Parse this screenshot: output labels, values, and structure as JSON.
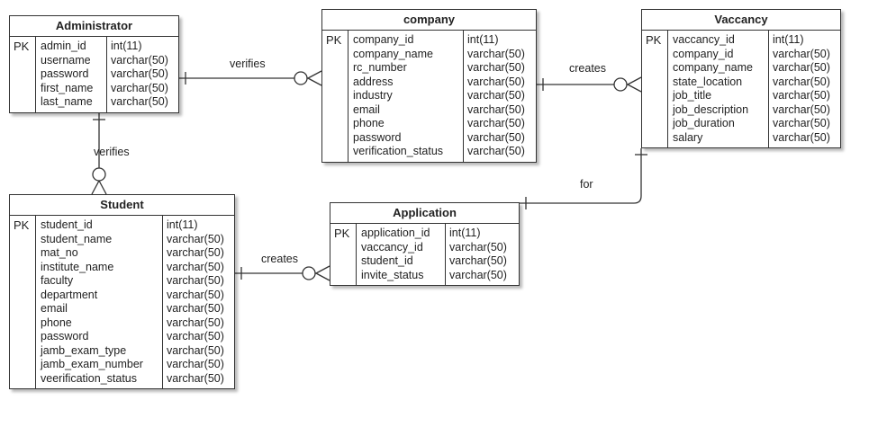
{
  "entities": {
    "administrator": {
      "title": "Administrator",
      "pk": "PK",
      "fields": [
        {
          "name": "admin_id",
          "type": "int(11)"
        },
        {
          "name": "username",
          "type": "varchar(50)"
        },
        {
          "name": "password",
          "type": "varchar(50)"
        },
        {
          "name": "first_name",
          "type": "varchar(50)"
        },
        {
          "name": "last_name",
          "type": "varchar(50)"
        }
      ]
    },
    "company": {
      "title": "company",
      "pk": "PK",
      "fields": [
        {
          "name": "company_id",
          "type": "int(11)"
        },
        {
          "name": "company_name",
          "type": "varchar(50)"
        },
        {
          "name": "rc_number",
          "type": "varchar(50)"
        },
        {
          "name": "address",
          "type": "varchar(50)"
        },
        {
          "name": "industry",
          "type": "varchar(50)"
        },
        {
          "name": "email",
          "type": "varchar(50)"
        },
        {
          "name": "phone",
          "type": "varchar(50)"
        },
        {
          "name": "password",
          "type": "varchar(50)"
        },
        {
          "name": "verification_status",
          "type": "varchar(50)"
        }
      ]
    },
    "vaccancy": {
      "title": "Vaccancy",
      "pk": "PK",
      "fields": [
        {
          "name": "vaccancy_id",
          "type": "int(11)"
        },
        {
          "name": "company_id",
          "type": "varchar(50)"
        },
        {
          "name": "company_name",
          "type": "varchar(50)"
        },
        {
          "name": "state_location",
          "type": "varchar(50)"
        },
        {
          "name": "job_title",
          "type": "varchar(50)"
        },
        {
          "name": "job_description",
          "type": "varchar(50)"
        },
        {
          "name": "job_duration",
          "type": "varchar(50)"
        },
        {
          "name": "salary",
          "type": "varchar(50)"
        }
      ]
    },
    "student": {
      "title": "Student",
      "pk": "PK",
      "fields": [
        {
          "name": "student_id",
          "type": "int(11)"
        },
        {
          "name": "student_name",
          "type": "varchar(50)"
        },
        {
          "name": "mat_no",
          "type": "varchar(50)"
        },
        {
          "name": "institute_name",
          "type": "varchar(50)"
        },
        {
          "name": "faculty",
          "type": "varchar(50)"
        },
        {
          "name": "department",
          "type": "varchar(50)"
        },
        {
          "name": "email",
          "type": "varchar(50)"
        },
        {
          "name": "phone",
          "type": "varchar(50)"
        },
        {
          "name": "password",
          "type": "varchar(50)"
        },
        {
          "name": "jamb_exam_type",
          "type": "varchar(50)"
        },
        {
          "name": "jamb_exam_number",
          "type": "varchar(50)"
        },
        {
          "name": "veerification_status",
          "type": "varchar(50)"
        }
      ]
    },
    "application": {
      "title": "Application",
      "pk": "PK",
      "fields": [
        {
          "name": "application_id",
          "type": "int(11)"
        },
        {
          "name": "vaccancy_id",
          "type": "varchar(50)"
        },
        {
          "name": "student_id",
          "type": "varchar(50)"
        },
        {
          "name": "invite_status",
          "type": "varchar(50)"
        }
      ]
    }
  },
  "relationships": {
    "admin_company": "verifies",
    "company_vaccancy": "creates",
    "admin_student": "verifies",
    "vaccancy_application": "for",
    "student_application": "creates"
  }
}
